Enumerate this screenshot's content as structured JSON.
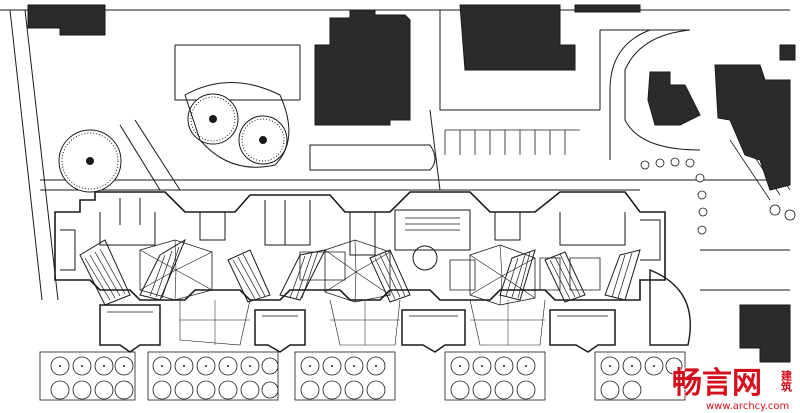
{
  "watermark": {
    "brand": "畅言网",
    "side_mark": "建筑",
    "url": "www.archcy.com",
    "brand_color": "#d4101e"
  },
  "palette": {
    "line": "#1a1a1a",
    "fill_dark": "#2b2b2b",
    "background": "#ffffff"
  }
}
